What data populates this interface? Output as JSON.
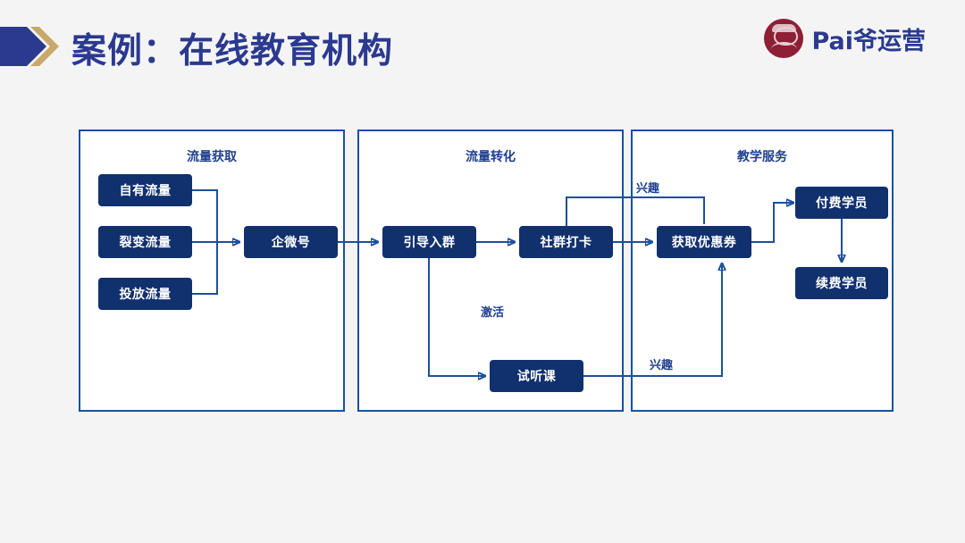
{
  "header": {
    "title": "案例：在线教育机构",
    "marker_icon": "double-chevron-right-icon",
    "marker_colors": {
      "primary": "#2b3a8f",
      "secondary": "#c8a96a"
    }
  },
  "brand": {
    "name": "Pai爷运营",
    "avatar_icon": "person-portrait-avatar",
    "avatar_color": "#8e1f35",
    "text_color": "#2b3a8f"
  },
  "theme": {
    "background": "#f4f4f4",
    "panel_border": "#1d4f9e",
    "panel_fill": "#ffffff",
    "node_fill": "#11306e",
    "node_text": "#ffffff",
    "label_text": "#1f3f8f",
    "connector": "#1d4f9e"
  },
  "chart_data": {
    "type": "diagram",
    "title": "案例：在线教育机构",
    "panels": [
      {
        "id": "acquisition",
        "label": "流量获取"
      },
      {
        "id": "conversion",
        "label": "流量转化"
      },
      {
        "id": "service",
        "label": "教学服务"
      }
    ],
    "nodes": [
      {
        "id": "own-traffic",
        "label": "自有流量",
        "panel": "acquisition"
      },
      {
        "id": "fission",
        "label": "裂变流量",
        "panel": "acquisition"
      },
      {
        "id": "paid-traffic",
        "label": "投放流量",
        "panel": "acquisition"
      },
      {
        "id": "wecom",
        "label": "企微号",
        "panel": "acquisition"
      },
      {
        "id": "join-group",
        "label": "引导入群",
        "panel": "conversion"
      },
      {
        "id": "group-checkin",
        "label": "社群打卡",
        "panel": "conversion"
      },
      {
        "id": "trial-class",
        "label": "试听课",
        "panel": "conversion"
      },
      {
        "id": "coupon",
        "label": "获取优惠券",
        "panel": "service"
      },
      {
        "id": "paid-student",
        "label": "付费学员",
        "panel": "service"
      },
      {
        "id": "renew-student",
        "label": "续费学员",
        "panel": "service"
      }
    ],
    "edges": [
      {
        "from": "own-traffic",
        "to": "wecom",
        "label": ""
      },
      {
        "from": "fission",
        "to": "wecom",
        "label": ""
      },
      {
        "from": "paid-traffic",
        "to": "wecom",
        "label": ""
      },
      {
        "from": "wecom",
        "to": "join-group",
        "label": ""
      },
      {
        "from": "join-group",
        "to": "group-checkin",
        "label": ""
      },
      {
        "from": "join-group",
        "to": "trial-class",
        "label": "激活"
      },
      {
        "from": "group-checkin",
        "to": "coupon",
        "label": ""
      },
      {
        "from": "group-checkin",
        "to": "coupon",
        "label": "兴趣"
      },
      {
        "from": "trial-class",
        "to": "coupon",
        "label": "兴趣"
      },
      {
        "from": "coupon",
        "to": "paid-student",
        "label": ""
      },
      {
        "from": "paid-student",
        "to": "renew-student",
        "label": ""
      }
    ],
    "edge_labels": [
      {
        "id": "interest-top",
        "text": "兴趣"
      },
      {
        "id": "activate",
        "text": "激活"
      },
      {
        "id": "interest-bottom",
        "text": "兴趣"
      }
    ]
  }
}
